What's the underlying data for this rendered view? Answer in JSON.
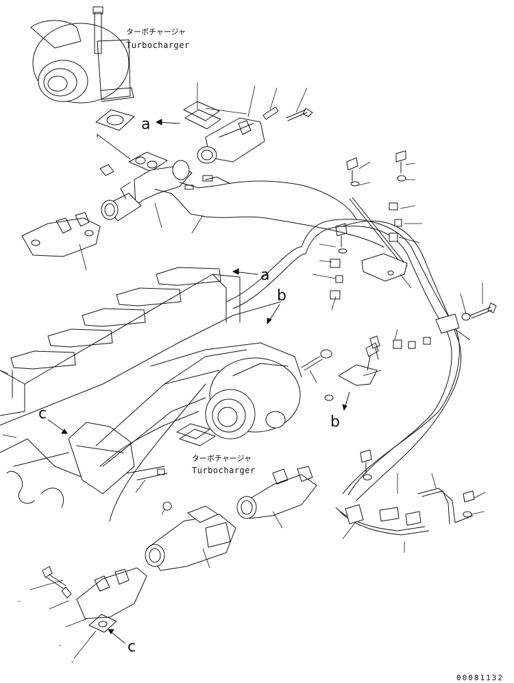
{
  "labels": {
    "turbocharger_top_jp": "ターボチャージャ",
    "turbocharger_top_en": "Turbocharger",
    "turbocharger_mid_jp": "ターボチャージャ",
    "turbocharger_mid_en": "Turbocharger",
    "ref_a_1": "a",
    "ref_a_2": "a",
    "ref_b_1": "b",
    "ref_b_2": "b",
    "ref_c_1": "c",
    "ref_c_2": "c",
    "dash_1": "-",
    "dash_2": "-",
    "dash_3": "-",
    "drawing_code": "00081132"
  }
}
